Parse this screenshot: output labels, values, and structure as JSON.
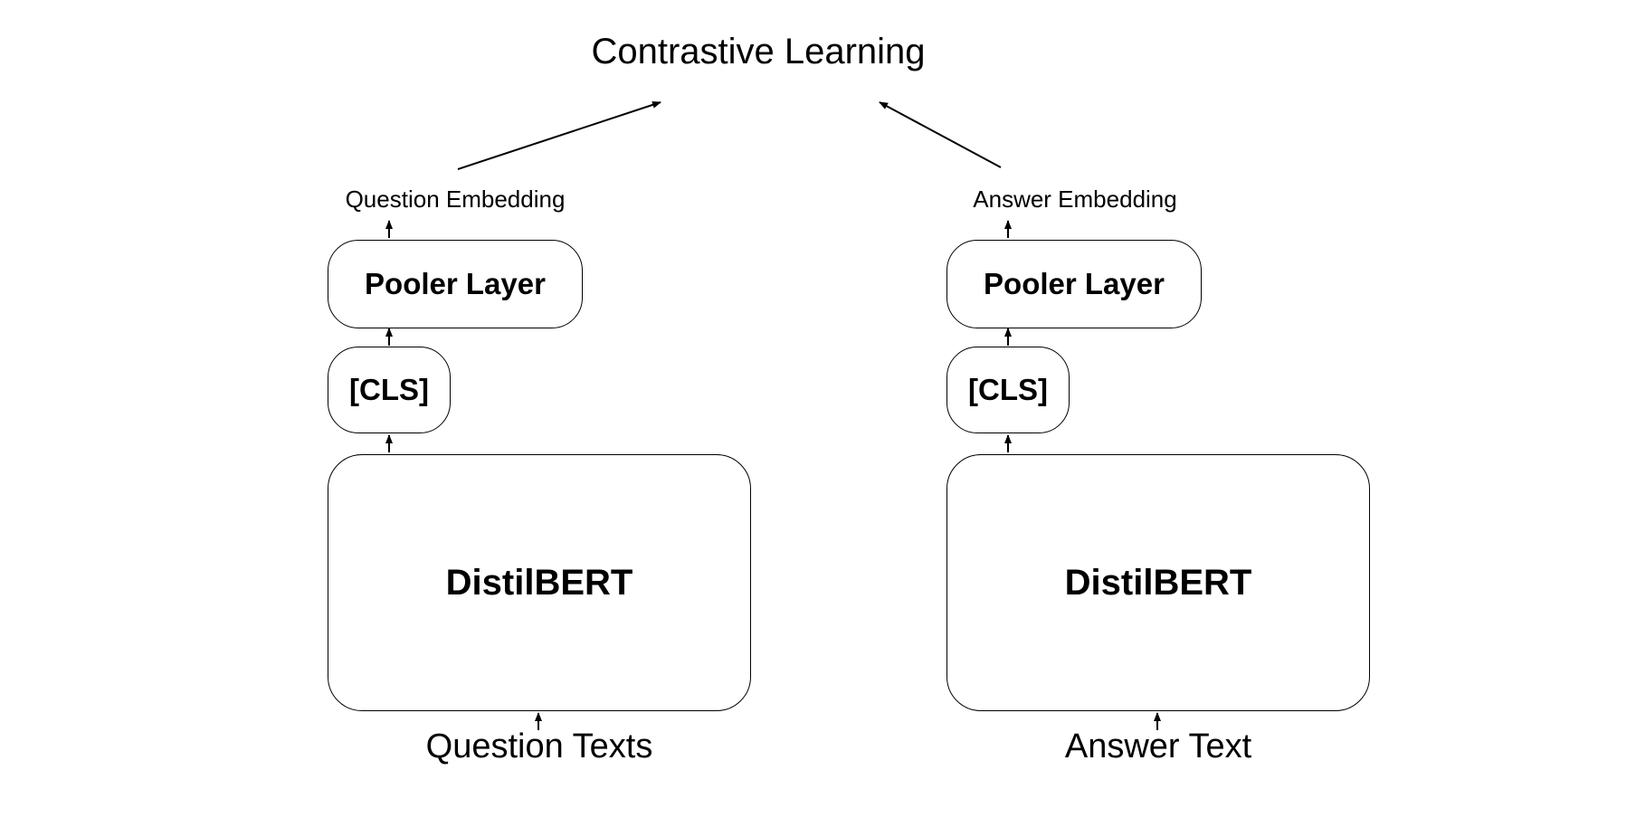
{
  "title": "Contrastive Learning",
  "left": {
    "embedding_label": "Question Embedding",
    "pooler_label": "Pooler Layer",
    "cls_label": "[CLS]",
    "encoder_label": "DistilBERT",
    "input_label": "Question Texts"
  },
  "right": {
    "embedding_label": "Answer Embedding",
    "pooler_label": "Pooler Layer",
    "cls_label": "[CLS]",
    "encoder_label": "DistilBERT",
    "input_label": "Answer Text"
  }
}
